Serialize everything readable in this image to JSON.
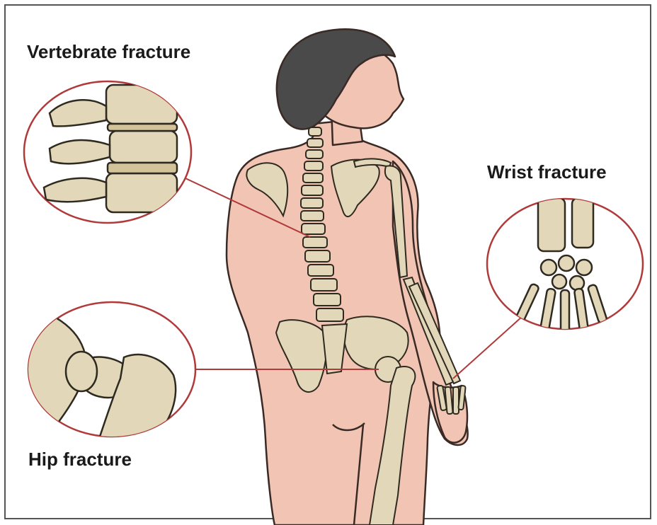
{
  "labels": {
    "vertebrate": "Vertebrate fracture",
    "wrist": "Wrist fracture",
    "hip": "Hip fracture"
  },
  "colors": {
    "skin": "#f2c4b4",
    "bone": "#e2d7b8",
    "hair": "#4a4a4a",
    "callout_line": "#b03a3a",
    "frame": "#555555"
  }
}
